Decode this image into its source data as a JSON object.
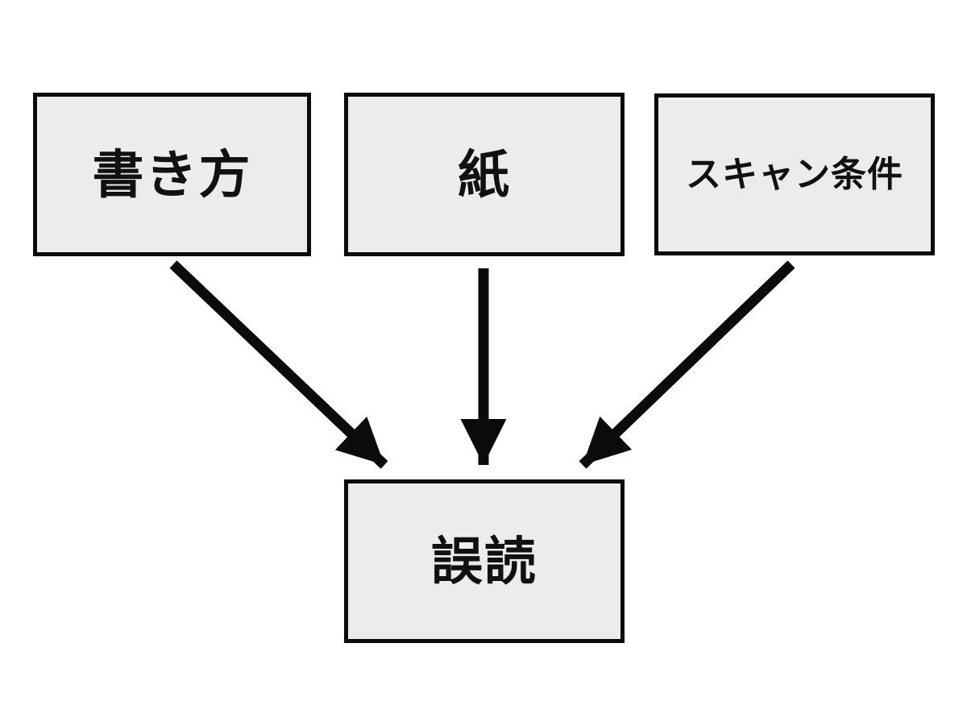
{
  "diagram": {
    "title": "causes-of-misreading-diagram",
    "colors": {
      "background": "#ffffff",
      "box_fill": "#ececec",
      "box_border": "#0b0b0b",
      "arrow": "#0b0b0b",
      "text": "#111111"
    },
    "nodes": [
      {
        "id": "writing-style",
        "label": "書き方"
      },
      {
        "id": "paper",
        "label": "紙"
      },
      {
        "id": "scan-conditions",
        "label": "スキャン条件"
      },
      {
        "id": "misreading",
        "label": "誤読"
      }
    ],
    "edges": [
      {
        "from": "書き方",
        "to": "誤読"
      },
      {
        "from": "紙",
        "to": "誤読"
      },
      {
        "from": "スキャン条件",
        "to": "誤読"
      }
    ]
  }
}
